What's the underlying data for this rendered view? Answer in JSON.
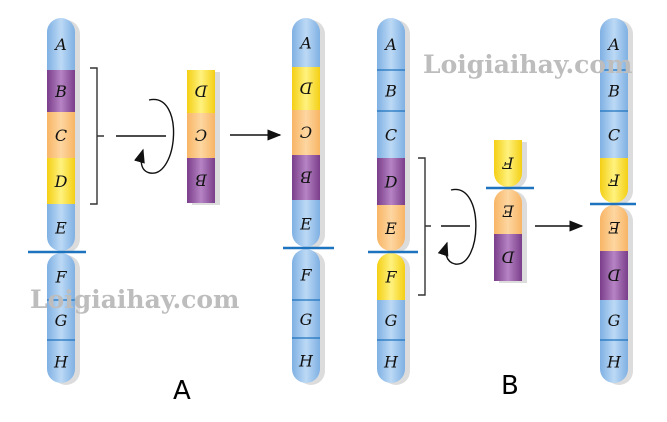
{
  "colors": {
    "blue": [
      "#7fb0e3",
      "#bcd9f5"
    ],
    "purple": [
      "#7a3d8a",
      "#b684c4"
    ],
    "orange": [
      "#f8b566",
      "#fdd6a0"
    ],
    "yellow": [
      "#f4cf14",
      "#fff27e"
    ],
    "band_line": "#1e73be",
    "shadow": "#dcdcdc"
  },
  "panels": {
    "A": {
      "label": "A",
      "original": [
        [
          {
            "label": "A",
            "color": "blue"
          },
          {
            "label": "B",
            "color": "purple"
          },
          {
            "label": "C",
            "color": "orange"
          },
          {
            "label": "D",
            "color": "yellow"
          },
          {
            "label": "E",
            "color": "blue"
          }
        ],
        [
          {
            "label": "F",
            "color": "blue"
          },
          {
            "label": "G",
            "color": "blue"
          },
          {
            "label": "H",
            "color": "blue"
          }
        ]
      ],
      "fragment": [
        [
          {
            "label": "D",
            "color": "yellow",
            "flipped": true
          },
          {
            "label": "C",
            "color": "orange",
            "flipped": true
          },
          {
            "label": "B",
            "color": "purple",
            "flipped": true
          }
        ]
      ],
      "result": [
        [
          {
            "label": "A",
            "color": "blue"
          },
          {
            "label": "D",
            "color": "yellow",
            "flipped": true
          },
          {
            "label": "C",
            "color": "orange",
            "flipped": true
          },
          {
            "label": "B",
            "color": "purple",
            "flipped": true
          },
          {
            "label": "E",
            "color": "blue"
          }
        ],
        [
          {
            "label": "F",
            "color": "blue"
          },
          {
            "label": "G",
            "color": "blue"
          },
          {
            "label": "H",
            "color": "blue"
          }
        ]
      ]
    },
    "B": {
      "label": "B",
      "original": [
        [
          {
            "label": "A",
            "color": "blue"
          },
          {
            "label": "B",
            "color": "blue"
          },
          {
            "label": "C",
            "color": "blue"
          },
          {
            "label": "D",
            "color": "purple"
          },
          {
            "label": "E",
            "color": "orange"
          }
        ],
        [
          {
            "label": "F",
            "color": "yellow"
          },
          {
            "label": "G",
            "color": "blue"
          },
          {
            "label": "H",
            "color": "blue"
          }
        ]
      ],
      "fragment": [
        [
          {
            "label": "F",
            "color": "yellow",
            "flipped": true
          }
        ],
        [
          {
            "label": "E",
            "color": "orange",
            "flipped": true
          },
          {
            "label": "D",
            "color": "purple",
            "flipped": true
          }
        ]
      ],
      "result": [
        [
          {
            "label": "A",
            "color": "blue"
          },
          {
            "label": "B",
            "color": "blue"
          },
          {
            "label": "C",
            "color": "blue"
          },
          {
            "label": "F",
            "color": "yellow",
            "flipped": true
          }
        ],
        [
          {
            "label": "E",
            "color": "orange",
            "flipped": true
          },
          {
            "label": "D",
            "color": "purple",
            "flipped": true
          },
          {
            "label": "G",
            "color": "blue"
          },
          {
            "label": "H",
            "color": "blue"
          }
        ]
      ]
    }
  },
  "watermarks": [
    "Loigiaihay.com",
    "Loigiaihay.com"
  ]
}
